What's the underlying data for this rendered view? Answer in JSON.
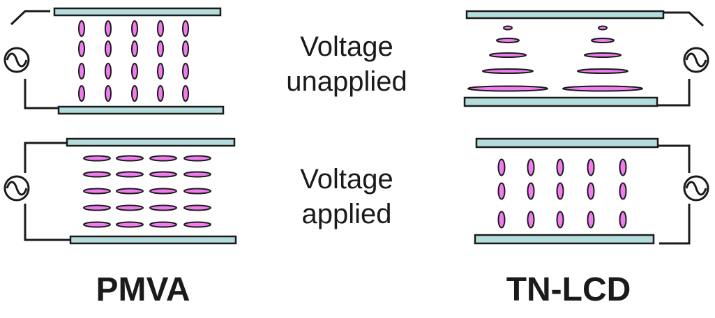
{
  "labels": {
    "voltage_unapplied": "Voltage unapplied",
    "voltage_applied": "Voltage applied"
  },
  "titles": {
    "left": "PMVA",
    "right": "TN-LCD"
  },
  "colors": {
    "plate_fill": "#b4dcdc",
    "plate_stroke": "#1a1a1a",
    "molecule_fill": "#f07cf0",
    "molecule_stroke": "#1a1a1a",
    "wire": "#1a1a1a"
  },
  "icons": {
    "power_source": "ac-source-icon"
  }
}
